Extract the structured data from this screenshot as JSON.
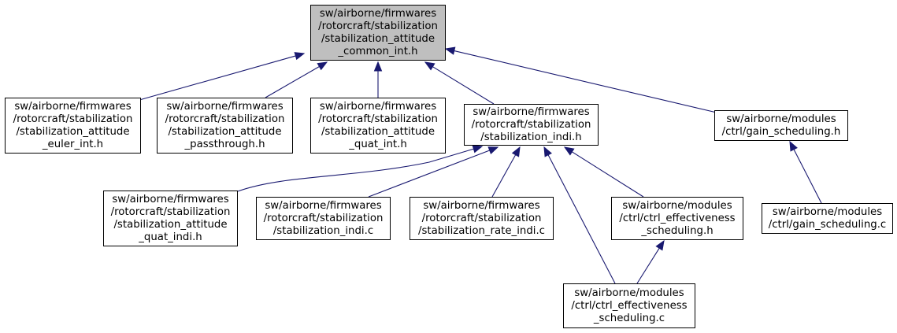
{
  "diagram": {
    "nodes": [
      {
        "id": "common_int_h",
        "lines": [
          "sw/airborne/firmwares",
          "/rotorcraft/stabilization",
          "/stabilization_attitude",
          "_common_int.h"
        ],
        "highlight": true
      },
      {
        "id": "euler_int_h",
        "lines": [
          "sw/airborne/firmwares",
          "/rotorcraft/stabilization",
          "/stabilization_attitude",
          "_euler_int.h"
        ],
        "highlight": false
      },
      {
        "id": "passthrough_h",
        "lines": [
          "sw/airborne/firmwares",
          "/rotorcraft/stabilization",
          "/stabilization_attitude",
          "_passthrough.h"
        ],
        "highlight": false
      },
      {
        "id": "quat_int_h",
        "lines": [
          "sw/airborne/firmwares",
          "/rotorcraft/stabilization",
          "/stabilization_attitude",
          "_quat_int.h"
        ],
        "highlight": false
      },
      {
        "id": "indi_h",
        "lines": [
          "sw/airborne/firmwares",
          "/rotorcraft/stabilization",
          "/stabilization_indi.h"
        ],
        "highlight": false
      },
      {
        "id": "gain_scheduling_h",
        "lines": [
          "sw/airborne/modules",
          "/ctrl/gain_scheduling.h"
        ],
        "highlight": false
      },
      {
        "id": "quat_indi_h",
        "lines": [
          "sw/airborne/firmwares",
          "/rotorcraft/stabilization",
          "/stabilization_attitude",
          "_quat_indi.h"
        ],
        "highlight": false
      },
      {
        "id": "indi_c",
        "lines": [
          "sw/airborne/firmwares",
          "/rotorcraft/stabilization",
          "/stabilization_indi.c"
        ],
        "highlight": false
      },
      {
        "id": "rate_indi_c",
        "lines": [
          "sw/airborne/firmwares",
          "/rotorcraft/stabilization",
          "/stabilization_rate_indi.c"
        ],
        "highlight": false
      },
      {
        "id": "ctrl_eff_sched_h",
        "lines": [
          "sw/airborne/modules",
          "/ctrl/ctrl_effectiveness",
          "_scheduling.h"
        ],
        "highlight": false
      },
      {
        "id": "gain_scheduling_c",
        "lines": [
          "sw/airborne/modules",
          "/ctrl/gain_scheduling.c"
        ],
        "highlight": false
      },
      {
        "id": "ctrl_eff_sched_c",
        "lines": [
          "sw/airborne/modules",
          "/ctrl/ctrl_effectiveness",
          "_scheduling.c"
        ],
        "highlight": false
      }
    ],
    "edges": [
      {
        "from": "euler_int_h",
        "to": "common_int_h"
      },
      {
        "from": "passthrough_h",
        "to": "common_int_h"
      },
      {
        "from": "quat_int_h",
        "to": "common_int_h"
      },
      {
        "from": "indi_h",
        "to": "common_int_h"
      },
      {
        "from": "gain_scheduling_h",
        "to": "common_int_h"
      },
      {
        "from": "quat_indi_h",
        "to": "indi_h"
      },
      {
        "from": "indi_c",
        "to": "indi_h"
      },
      {
        "from": "rate_indi_c",
        "to": "indi_h"
      },
      {
        "from": "ctrl_eff_sched_h",
        "to": "indi_h"
      },
      {
        "from": "ctrl_eff_sched_c",
        "to": "indi_h"
      },
      {
        "from": "ctrl_eff_sched_c",
        "to": "ctrl_eff_sched_h"
      },
      {
        "from": "gain_scheduling_c",
        "to": "gain_scheduling_h"
      }
    ],
    "colors": {
      "edge": "#191970",
      "highlight_fill": "#bfbfbf",
      "node_fill": "#ffffff",
      "border": "#000000"
    }
  }
}
